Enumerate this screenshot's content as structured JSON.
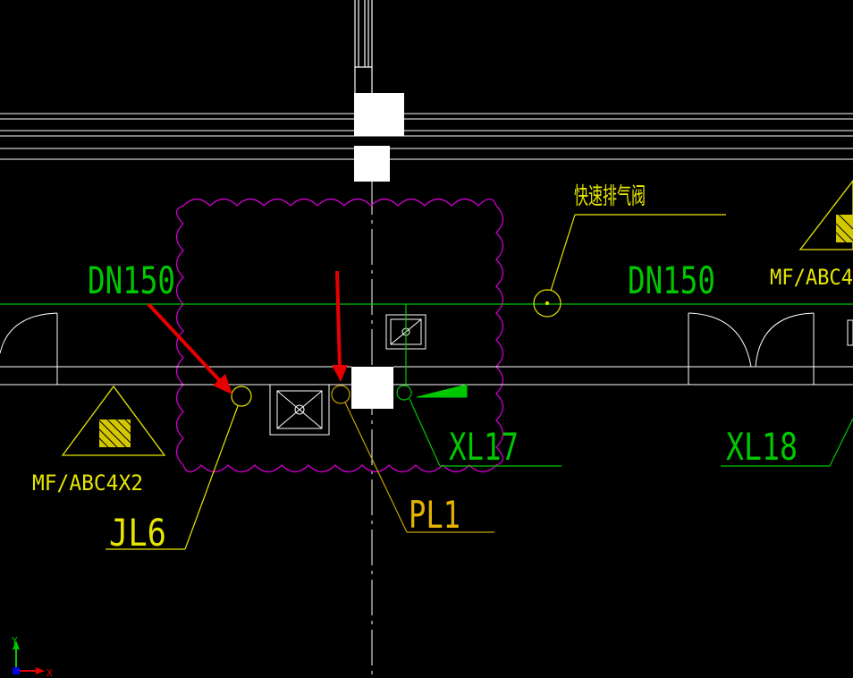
{
  "labels": {
    "pipe_size_left": "DN150",
    "pipe_size_right": "DN150",
    "extinguisher_left": "MF/ABC4X2",
    "extinguisher_right": "MF/ABC4",
    "riser_jl6": "JL6",
    "riser_pl1": "PL1",
    "riser_xl17": "XL17",
    "riser_xl18": "XL18",
    "air_valve": "快速排气阀"
  },
  "ucs": {
    "y_label": "Y",
    "x_label": "X"
  },
  "colors": {
    "background": "#000000",
    "wall": "#ffffff",
    "pipe_green": "#00c800",
    "label_green": "#00c800",
    "label_yellow": "#e6e600",
    "leader_yellow": "#c8b400",
    "revision_cloud": "#c800c8",
    "arrow_red": "#e60000",
    "orange": "#e69600"
  }
}
